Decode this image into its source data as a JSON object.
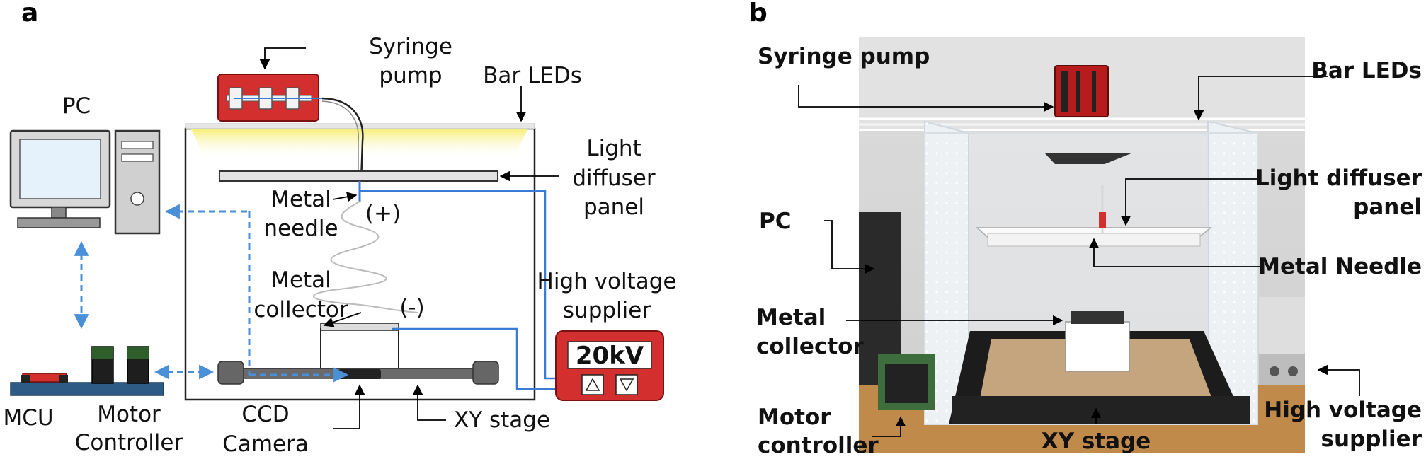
{
  "panel_a": {
    "letter": "a",
    "labels": {
      "syringe_pump_1": "Syringe",
      "syringe_pump_2": "pump",
      "bar_leds": "Bar LEDs",
      "pc": "PC",
      "light_diffuser_1": "Light",
      "light_diffuser_2": "diffuser",
      "light_diffuser_3": "panel",
      "metal_needle_1": "Metal",
      "metal_needle_2": "needle",
      "plus": "(+)",
      "metal_collector_1": "Metal",
      "metal_collector_2": "collector",
      "minus": "(-)",
      "hv_supplier_1": "High voltage",
      "hv_supplier_2": "supplier",
      "voltage": "20kV",
      "mcu": "MCU",
      "motor_controller_1": "Motor",
      "motor_controller_2": "Controller",
      "ccd_camera_1": "CCD",
      "ccd_camera_2": "Camera",
      "xy_stage": "XY stage"
    }
  },
  "panel_b": {
    "letter": "b",
    "labels": {
      "syringe_pump": "Syringe pump",
      "bar_leds": "Bar LEDs",
      "light_diffuser_1": "Light diffuser",
      "light_diffuser_2": "panel",
      "pc": "PC",
      "metal_needle": "Metal Needle",
      "metal_collector_1": "Metal",
      "metal_collector_2": "collector",
      "motor_controller_1": "Motor",
      "motor_controller_2": "controller",
      "xy_stage": "XY stage",
      "hv_supplier_1": "High voltage",
      "hv_supplier_2": "supplier"
    }
  },
  "colors": {
    "pump_red": "#d32f2f",
    "wire_blue": "#3a7bd5",
    "dashed_blue": "#4a90d9",
    "led_yellow": "#fbf59b",
    "motor_green": "#2e5e2a"
  }
}
